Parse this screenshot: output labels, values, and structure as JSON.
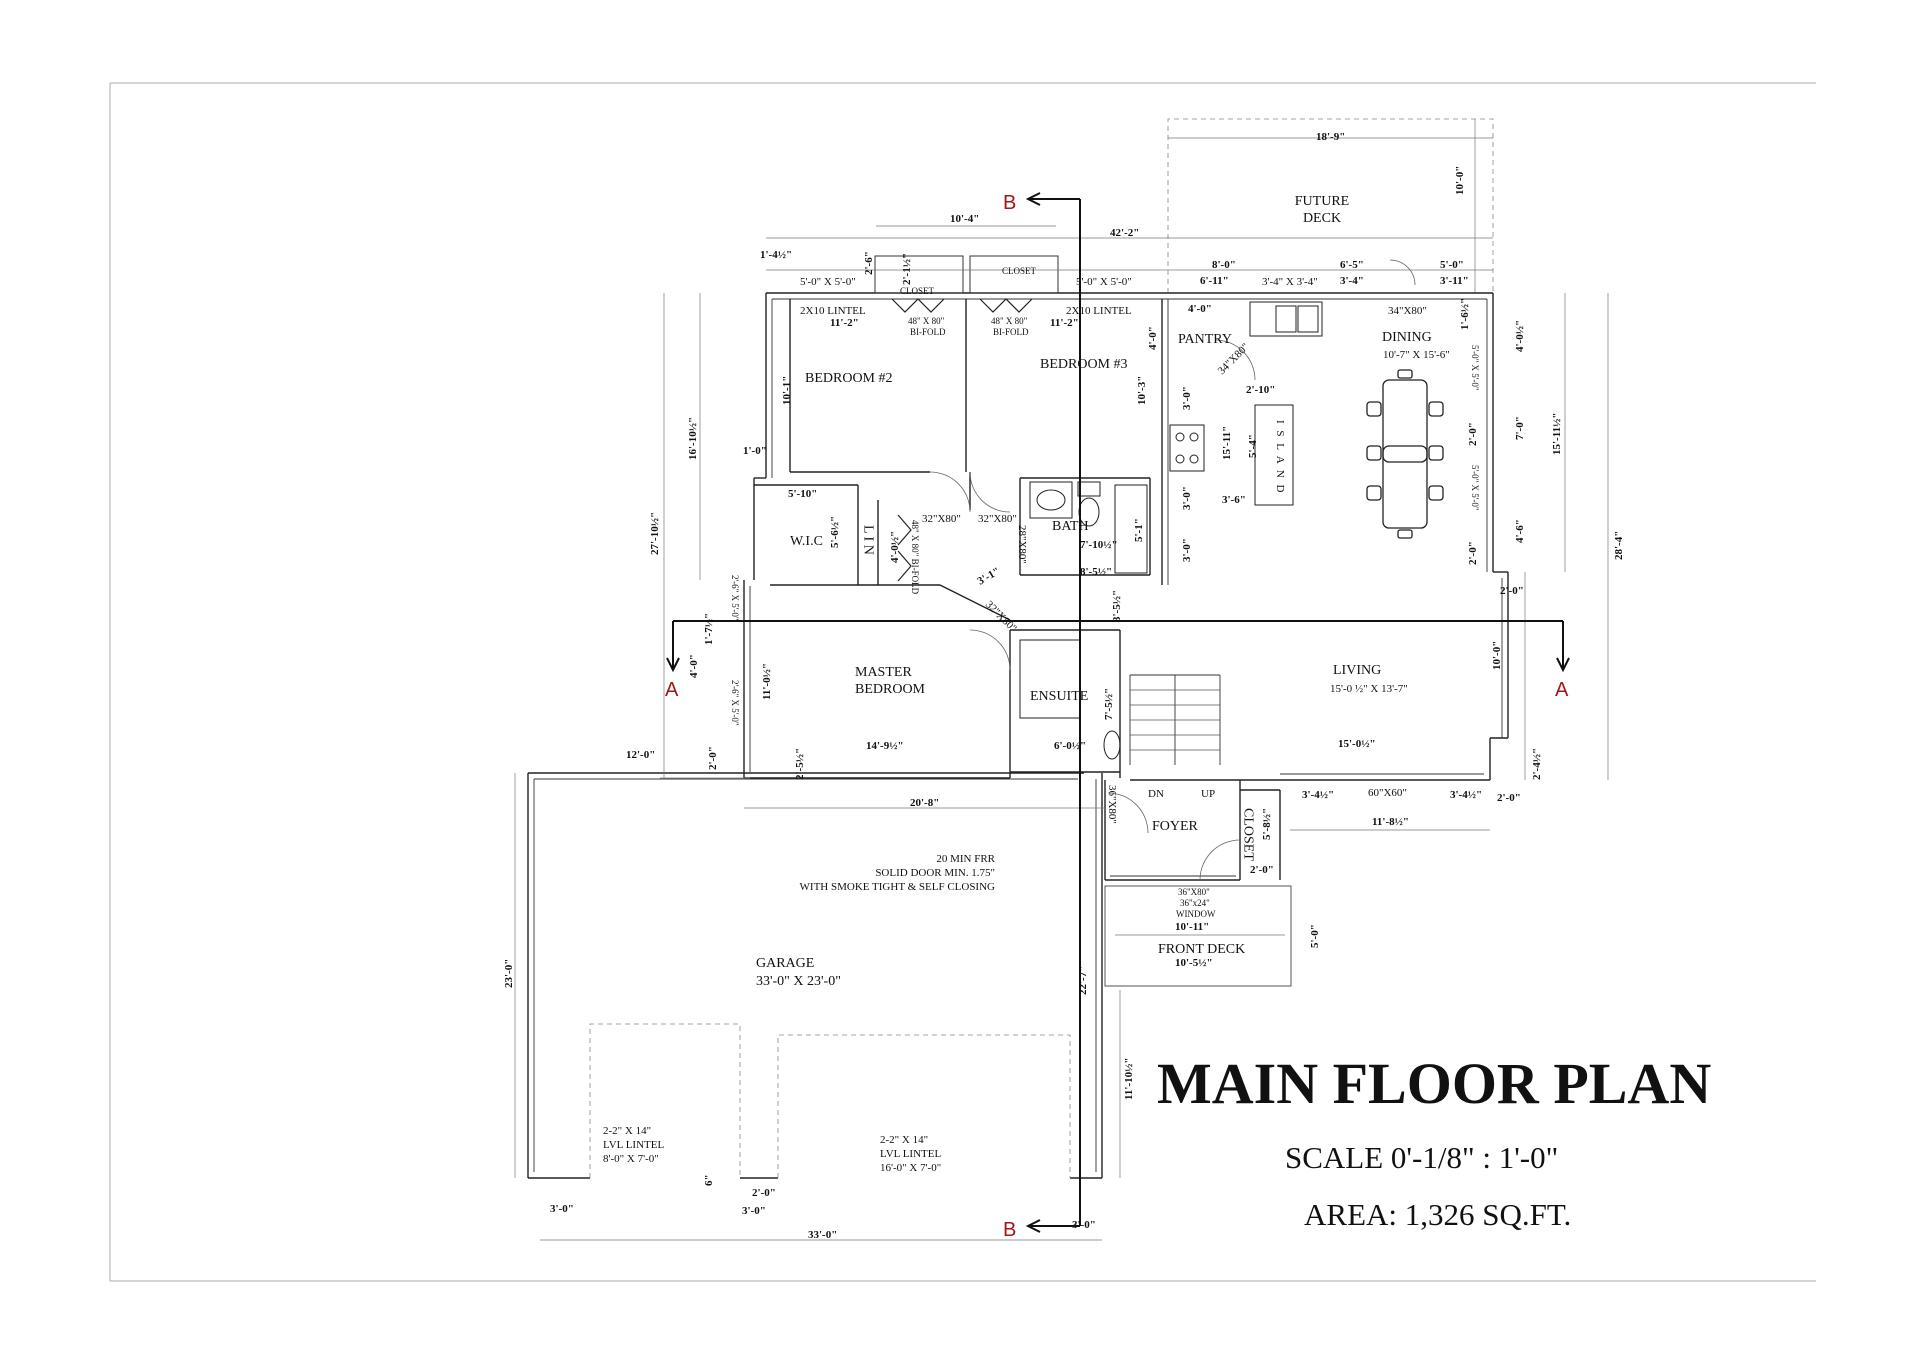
{
  "title_block": {
    "title": "MAIN FLOOR PLAN",
    "scale": "SCALE  0'-1/8\" : 1'-0\"",
    "area": "AREA: 1,326 SQ.FT."
  },
  "section_markers": {
    "a": "A",
    "b": "B"
  },
  "rooms": {
    "future_deck": [
      "FUTURE",
      "DECK"
    ],
    "bedroom2": "BEDROOM #2",
    "bedroom3": "BEDROOM #3",
    "pantry": "PANTRY",
    "dining": "DINING",
    "dining_size": "10'-7\" X 15'-6\"",
    "island": "I S L A N D",
    "wic": "W.I.C",
    "lin": "L I N",
    "bath": "BATH",
    "master": [
      "MASTER",
      "BEDROOM"
    ],
    "ensuite": "ENSUITE",
    "living": "LIVING",
    "living_size": "15'-0 ½\" X 13'-7\"",
    "foyer": "FOYER",
    "closet": "CLOSET",
    "dn": "DN",
    "up": "UP",
    "front_deck": "FRONT DECK",
    "garage": "GARAGE",
    "garage_size": "33'-0\" X 23'-0\""
  },
  "notes": {
    "closet_small": "CLOSET",
    "lintel_left": "2X10 LINTEL",
    "lintel_right": "2X10 LINTEL",
    "bifold1": [
      "48\" X 80\"",
      "BI-FOLD"
    ],
    "bifold2": [
      "48\" X 80\"",
      "BI-FOLD"
    ],
    "bifold_lin": "48\" X 80\" BI-FOLD",
    "win_top_left": "5'-0\" X 5'-0\"",
    "win_top_right": "5'-0\" X 5'-0\"",
    "win_kitchen": "3'-4\" X 3'-4\"",
    "door_dining": "34\"X80\"",
    "door_pantry": "34\"X80\"",
    "door_32a": "32\"X80\"",
    "door_32b": "32\"X80\"",
    "door_28": "28\"X80\"",
    "door_master": "32\"X80\"",
    "door_36": "36\"X80\"",
    "door_36b": "36\"X80\"",
    "window_front": [
      "36\"x24\"",
      "WINDOW"
    ],
    "win_60": "60\"X60\"",
    "win_right1": "5'-0\" X 5'-0\"",
    "win_right2": "5'-0\" X 5'-0\"",
    "win_left1": "2'-6\" X 5'-0\"",
    "win_left2": "2'-6\" X 5'-0\"",
    "frr": [
      "20 MIN FRR",
      "SOLID DOOR MIN. 1.75\"",
      "WITH SMOKE TIGHT & SELF CLOSING"
    ],
    "lvl_left": [
      "2-2\" X 14\"",
      "LVL LINTEL",
      "8'-0\" X 7'-0\""
    ],
    "lvl_right": [
      "2-2\" X 14\"",
      "LVL LINTEL",
      "16'-0\" X 7'-0\""
    ]
  },
  "dimensions": {
    "d_18_9": "18'-9\"",
    "d_10_0_deck": "10'-0\"",
    "d_10_4": "10'-4\"",
    "d_42_2": "42'-2\"",
    "d_1_4": "1'-4½\"",
    "d_2_6": "2'-6\"",
    "d_2_1": "2'-1½\"",
    "d_8_0": "8'-0\"",
    "d_6_11": "6'-11\"",
    "d_6_5": "6'-5\"",
    "d_3_4": "3'-4\"",
    "d_5_0": "5'-0\"",
    "d_3_11": "3'-11\"",
    "d_11_2a": "11'-2\"",
    "d_11_2b": "11'-2\"",
    "d_4_0a": "4'-0\"",
    "d_4_0b": "4'-0\"",
    "d_1_6": "1'-6½\"",
    "d_4_0r": "4'-0½\"",
    "d_10_1": "10'-1\"",
    "d_10_3": "10'-3\"",
    "d_2_10": "2'-10\"",
    "d_3_0a": "3'-0\"",
    "d_15_11": "15'-11\"",
    "d_5_4": "5'-4\"",
    "d_3_6": "3'-6\"",
    "d_3_0b": "3'-0\"",
    "d_3_0c": "3'-0\"",
    "d_16_10": "16'-10½\"",
    "d_27_10": "27'-10½\"",
    "d_1_0": "1'-0\"",
    "d_5_10": "5'-10\"",
    "d_5_6": "5'-6½\"",
    "d_4_0c": "4'-0½\"",
    "d_7_10": "7'-10½\"",
    "d_5_1": "5'-1\"",
    "d_8_5": "8'-5½\"",
    "d_3_1": "3'-1\"",
    "d_3_5": "3'-5½\"",
    "d_2_0r1": "2'-0\"",
    "d_7_0": "7'-0\"",
    "d_15_11r": "15'-11½\"",
    "d_4_6": "4'-6\"",
    "d_2_0r2": "2'-0\"",
    "d_2_0r3": "2'-0\"",
    "d_28_4": "28'-4\"",
    "d_1_7": "1'-7½\"",
    "d_4_0d": "4'-0\"",
    "d_11_0": "11'-0½\"",
    "d_7_5": "7'-5½\"",
    "d_10_0_liv": "10'-0\"",
    "d_12_0": "12'-0\"",
    "d_2_0a": "2'-0\"",
    "d_2_5": "2'-5½\"",
    "d_14_9": "14'-9½\"",
    "d_6_0": "6'-0½\"",
    "d_15_0": "15'-0½\"",
    "d_2_4": "2'-4½\"",
    "d_20_8": "20'-8\"",
    "d_3_4a": "3'-4½\"",
    "d_3_4b": "3'-4½\"",
    "d_2_0b": "2'-0\"",
    "d_11_8": "11'-8½\"",
    "d_5_8": "5'-8½\"",
    "d_2_0c": "2'-0\"",
    "d_10_11": "10'-11\"",
    "d_10_5": "10'-5½\"",
    "d_5_0v": "5'-0\"",
    "d_23_0": "23'-0\"",
    "d_22_7": "22'-7\"",
    "d_11_10": "11'-10½\"",
    "d_6": "6\"",
    "d_2_0g": "2'-0\"",
    "d_3_0g1": "3'-0\"",
    "d_3_0g2": "3'-0\"",
    "d_3_0g3": "3'-0\"",
    "d_33_0": "33'-0\""
  }
}
